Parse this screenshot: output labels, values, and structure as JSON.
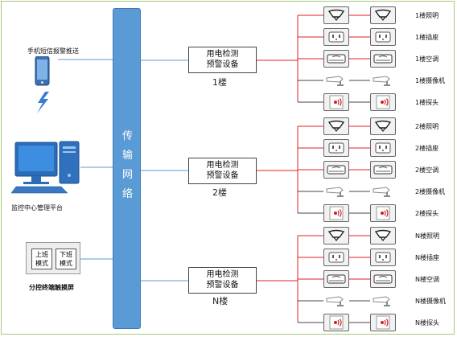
{
  "left": {
    "sms_label": "手机短信报警推送",
    "monitor_label": "监控中心管理平台",
    "panel_label": "分控终端触摸屏",
    "panel_mode_day": "上班模式",
    "panel_mode_day_l1": "上班",
    "panel_mode_day_l2": "模式",
    "panel_mode_night_l1": "下班",
    "panel_mode_night_l2": "模式"
  },
  "bus": {
    "chars": [
      "传",
      "输",
      "网",
      "络"
    ]
  },
  "floors": [
    {
      "device_l1": "用电检测",
      "device_l2": "预警设备",
      "floor": "1楼",
      "items": [
        "1楼照明",
        "1楼插座",
        "1楼空调",
        "1楼摄像机",
        "1楼探头"
      ]
    },
    {
      "device_l1": "用电检测",
      "device_l2": "预警设备",
      "floor": "2楼",
      "items": [
        "2楼照明",
        "2楼插座",
        "2楼空调",
        "2楼摄像机",
        "2楼探头"
      ]
    },
    {
      "device_l1": "用电检测",
      "device_l2": "预警设备",
      "floor": "N楼",
      "items": [
        "N楼照明",
        "N楼插座",
        "N楼空调",
        "N楼摄像机",
        "N楼探头"
      ]
    }
  ],
  "icons": [
    "lamp-icon",
    "socket-icon",
    "air-conditioner-icon",
    "camera-icon",
    "sensor-icon"
  ],
  "colors": {
    "bus": "#5b9bd5",
    "feeder": "#e02020",
    "link": "#5b9bd5",
    "frame": "#a8c87a"
  }
}
